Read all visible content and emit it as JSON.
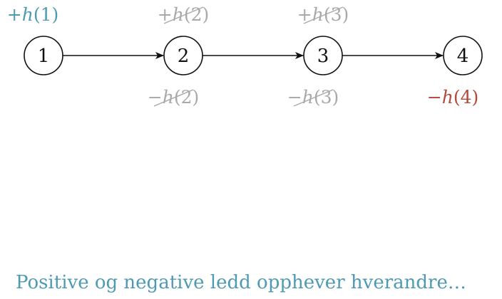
{
  "colors": {
    "positive": "#4f9ab3",
    "negative": "#b04a3a",
    "cancelled": "#a9a9a9",
    "node_stroke": "#111111",
    "caption": "#4f9ab3"
  },
  "nodes": [
    {
      "label": "1",
      "top_term": "+h(1)",
      "top_state": "positive",
      "bottom_term": "",
      "bottom_state": "none"
    },
    {
      "label": "2",
      "top_term": "+h(2)",
      "top_state": "cancelled",
      "bottom_term": "−h(2)",
      "bottom_state": "cancelled"
    },
    {
      "label": "3",
      "top_term": "+h(3)",
      "top_state": "cancelled",
      "bottom_term": "−h(3)",
      "bottom_state": "cancelled"
    },
    {
      "label": "4",
      "top_term": "",
      "top_state": "none",
      "bottom_term": "−h(4)",
      "bottom_state": "negative"
    }
  ],
  "edges": [
    {
      "from": 0,
      "to": 1
    },
    {
      "from": 1,
      "to": 2
    },
    {
      "from": 2,
      "to": 3
    }
  ],
  "caption": "Positive og negative ledd opphever hverandre…"
}
